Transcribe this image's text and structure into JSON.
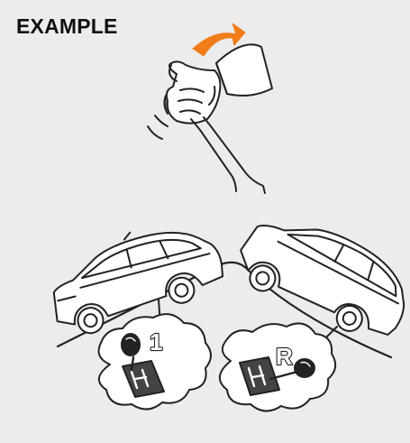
{
  "title": "EXAMPLE",
  "gear_first": "1",
  "gear_reverse": "R",
  "colors": {
    "background": "#ececec",
    "arrow": "#f07d1a",
    "outline": "#222222"
  },
  "icons": [
    "parking-brake-hand-icon",
    "car-uphill-icon",
    "car-downhill-icon",
    "shift-lever-first-gear-icon",
    "shift-lever-reverse-icon"
  ]
}
